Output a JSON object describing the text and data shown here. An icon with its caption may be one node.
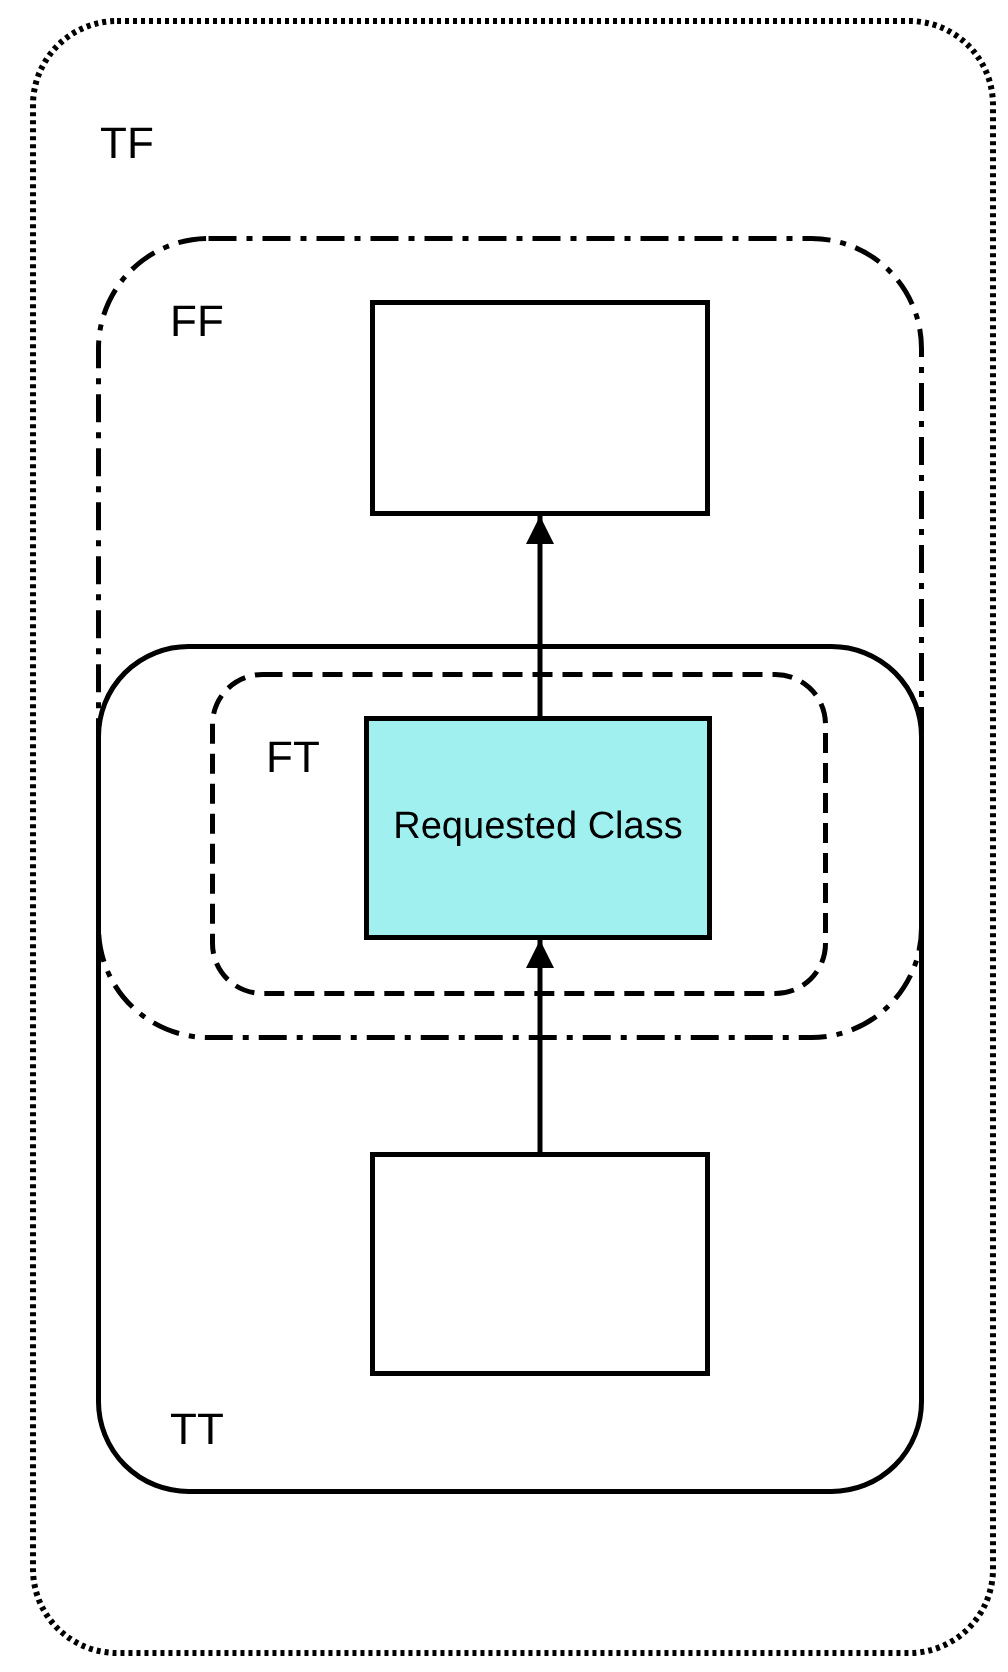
{
  "diagram": {
    "nodes": [
      {
        "text": [
          "TF"
        ]
      },
      {
        "text": [
          "FF"
        ],
        "in": 0
      },
      {
        "text": [
          "TT"
        ],
        "in": 0
      },
      {
        "text": [
          "FT"
        ]
      },
      {
        "text": [],
        "shape": "box",
        "in": 1
      },
      {
        "text": [
          "Requested Class"
        ],
        "in": 3
      },
      {
        "text": [],
        "shape": "box",
        "in": 2
      }
    ],
    "edges": [
      {
        "from": 6,
        "to": 5,
        "arrow": "to"
      },
      {
        "from": 5,
        "to": 4,
        "arrow": "to"
      }
    ]
  }
}
